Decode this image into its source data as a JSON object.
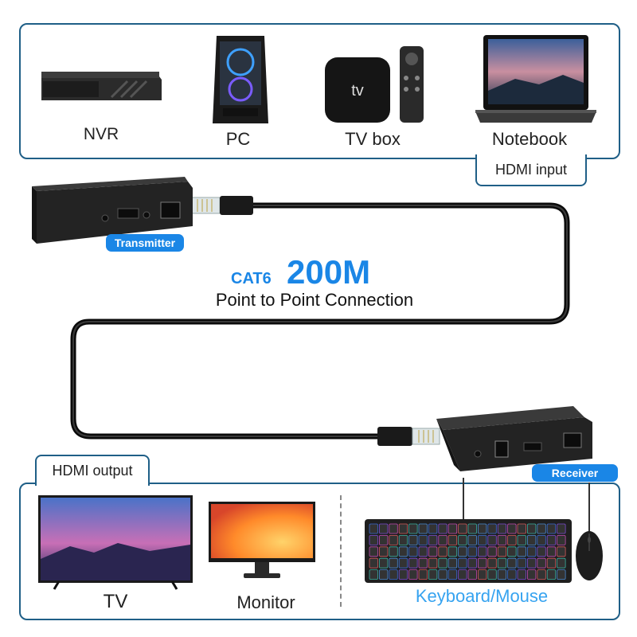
{
  "top_panel": {
    "devices": [
      {
        "label": "NVR",
        "icon": "nvr-icon"
      },
      {
        "label": "PC",
        "icon": "pc-tower-icon"
      },
      {
        "label": "TV box",
        "icon": "tv-box-icon"
      },
      {
        "label": "Notebook",
        "icon": "laptop-icon"
      }
    ],
    "tab_label": "HDMI input"
  },
  "transmitter": {
    "badge": "Transmitter",
    "icon": "transmitter-box-icon"
  },
  "receiver": {
    "badge": "Receiver",
    "icon": "receiver-box-icon"
  },
  "cable": {
    "type_label": "CAT6",
    "distance_label": "200M",
    "description": "Point to Point Connection"
  },
  "bottom_panel": {
    "tab_label": "HDMI output",
    "devices": [
      {
        "label": "TV",
        "icon": "tv-icon"
      },
      {
        "label": "Monitor",
        "icon": "monitor-icon"
      },
      {
        "label": "Keyboard/Mouse",
        "icon": "keyboard-mouse-icon"
      }
    ]
  },
  "colors": {
    "panel_border": "#1f5f87",
    "accent_blue": "#1a86e6",
    "cable": "#111111"
  }
}
